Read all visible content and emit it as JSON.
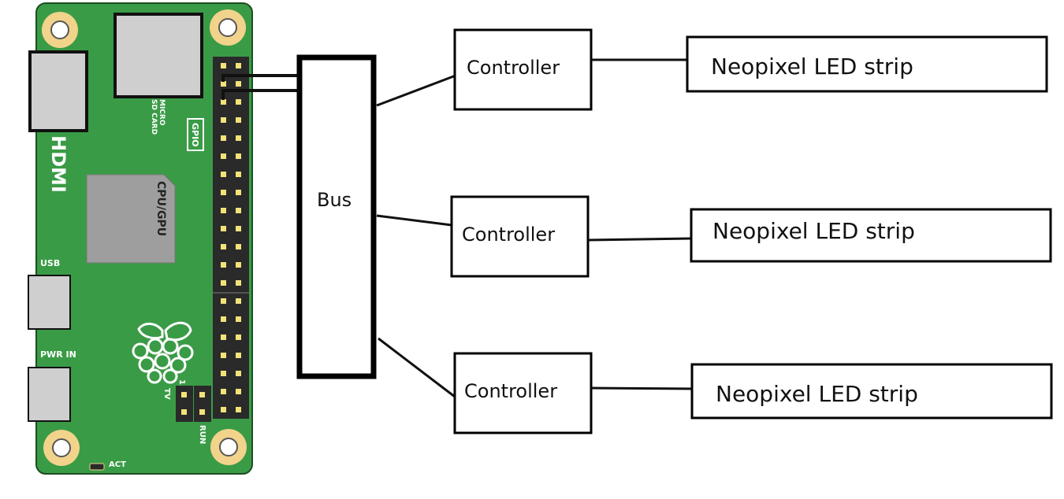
{
  "board": {
    "labels": {
      "hdmi": "HDMI",
      "micro_sd": "MICRO",
      "sd_card": "SD CARD",
      "gpio": "GPIO",
      "cpu_gpu": "CPU/GPU",
      "usb": "USB",
      "pwr_in": "PWR IN",
      "tv": "TV",
      "tv_pin": "1",
      "run": "RUN",
      "act": "ACT"
    },
    "colors": {
      "pcb": "#3a9b46",
      "pcb_border": "#111111",
      "hole_ring": "#f2d38c",
      "chip": "#9e9e9e",
      "connector": "#cfcfcf",
      "header": "#2a2a2a",
      "pin": "#f3e27a"
    }
  },
  "bus": {
    "label": "Bus"
  },
  "controllers": [
    {
      "label": "Controller"
    },
    {
      "label": "Controller"
    },
    {
      "label": "Controller"
    }
  ],
  "strips": [
    {
      "label": "Neopixel LED strip"
    },
    {
      "label": "Neopixel LED strip"
    },
    {
      "label": "Neopixel LED strip"
    }
  ]
}
